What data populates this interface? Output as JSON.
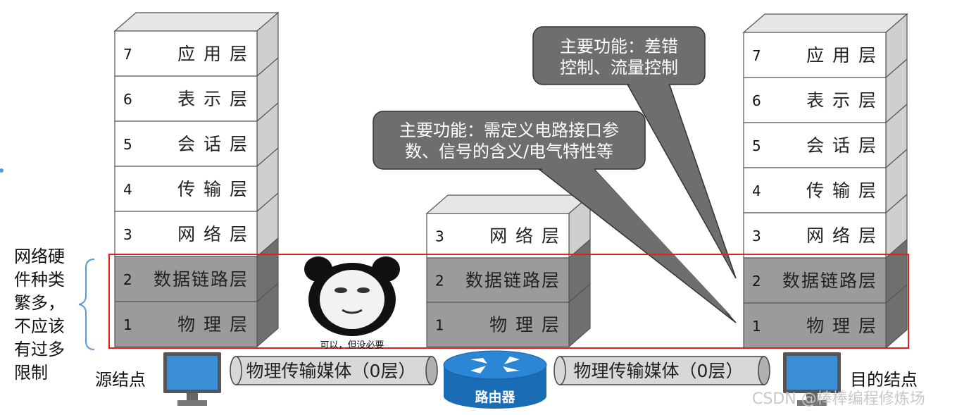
{
  "stacks": {
    "source": {
      "layers": [
        {
          "num": "7",
          "name": "应 用 层",
          "shade": "light"
        },
        {
          "num": "6",
          "name": "表 示 层",
          "shade": "light"
        },
        {
          "num": "5",
          "name": "会 话 层",
          "shade": "light"
        },
        {
          "num": "4",
          "name": "传 输 层",
          "shade": "light"
        },
        {
          "num": "3",
          "name": "网 络 层",
          "shade": "light"
        },
        {
          "num": "2",
          "name": "数据链路层",
          "shade": "dark"
        },
        {
          "num": "1",
          "name": "物 理 层",
          "shade": "dark"
        }
      ]
    },
    "router": {
      "layers": [
        {
          "num": "3",
          "name": "网 络 层",
          "shade": "light"
        },
        {
          "num": "2",
          "name": "数据链路层",
          "shade": "dark"
        },
        {
          "num": "1",
          "name": "物 理 层",
          "shade": "dark"
        }
      ]
    },
    "destination": {
      "layers": [
        {
          "num": "7",
          "name": "应 用 层",
          "shade": "light"
        },
        {
          "num": "6",
          "name": "表 示 层",
          "shade": "light"
        },
        {
          "num": "5",
          "name": "会 话 层",
          "shade": "light"
        },
        {
          "num": "4",
          "name": "传 输 层",
          "shade": "light"
        },
        {
          "num": "3",
          "name": "网 络 层",
          "shade": "light"
        },
        {
          "num": "2",
          "name": "数据链路层",
          "shade": "dark"
        },
        {
          "num": "1",
          "name": "物 理 层",
          "shade": "dark"
        }
      ]
    }
  },
  "callouts": {
    "datalink": {
      "line1": "主要功能：差错",
      "line2": "控制、流量控制"
    },
    "physical": {
      "line1": "主要功能：需定义电路接口参",
      "line2": "数、信号的含义/电气特性等"
    }
  },
  "side_note": {
    "lines": [
      "网络硬",
      "件种类",
      "繁多，",
      "不应该",
      "有过多",
      "限制"
    ]
  },
  "labels": {
    "source_node": "源结点",
    "destination_node": "目的结点",
    "media_left": "物理传输媒体（0层）",
    "media_right": "物理传输媒体（0层）",
    "router": "路由器",
    "meme_caption": "可以，但没必要",
    "watermark": "CSDN @棒棒编程修炼场"
  },
  "colors": {
    "light_face": "#ffffff",
    "dark_face": "#9b9b9b",
    "side_light": "#cfcfcf",
    "side_dark": "#6f6f6f",
    "callout": "#6e6e6e",
    "highlight_box": "#e02020",
    "router": "#1f78c8",
    "monitor": "#3a8fd8"
  }
}
